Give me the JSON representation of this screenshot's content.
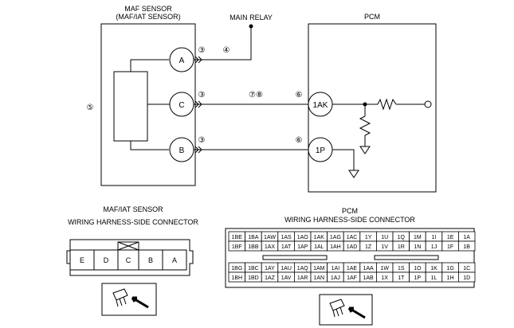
{
  "maf": {
    "title": "MAF SENSOR",
    "subtitle": "(MAF/IAT SENSOR)",
    "pins": [
      "A",
      "C",
      "B"
    ],
    "side_marker": "⑤"
  },
  "relay": {
    "label": "MAIN RELAY"
  },
  "pcm": {
    "title": "PCM",
    "pins": [
      "1AK",
      "1P"
    ]
  },
  "markers": {
    "a_left": "③",
    "a_right": "④",
    "c_left": "③",
    "c_mid": "⑦⑧",
    "c_right": "⑥",
    "b_left": "③",
    "b_right": "⑥"
  },
  "maf_connector": {
    "title1": "MAF/IAT SENSOR",
    "title2": "WIRING HARNESS-SIDE CONNECTOR",
    "terminals": [
      "E",
      "D",
      "C",
      "B",
      "A"
    ]
  },
  "pcm_connector": {
    "title1": "PCM",
    "title2": "WIRING HARNESS-SIDE CONNECTOR",
    "rows": [
      [
        "1BE",
        "1BA",
        "1AW",
        "1AS",
        "1AO",
        "1AK",
        "1AG",
        "1AC",
        "1Y",
        "1U",
        "1Q",
        "1M",
        "1I",
        "1E",
        "1A"
      ],
      [
        "1BF",
        "1BB",
        "1AX",
        "1AT",
        "1AP",
        "1AL",
        "1AH",
        "1AD",
        "1Z",
        "1V",
        "1R",
        "1N",
        "1J",
        "1F",
        "1B"
      ],
      [
        "1BG",
        "1BC",
        "1AY",
        "1AU",
        "1AQ",
        "1AM",
        "1AI",
        "1AE",
        "1AA",
        "1W",
        "1S",
        "1O",
        "1K",
        "1G",
        "1C"
      ],
      [
        "1BH",
        "1BD",
        "1AZ",
        "1AV",
        "1AR",
        "1AN",
        "1AJ",
        "1AF",
        "1AB",
        "1X",
        "1T",
        "1P",
        "1L",
        "1H",
        "1D"
      ]
    ]
  }
}
